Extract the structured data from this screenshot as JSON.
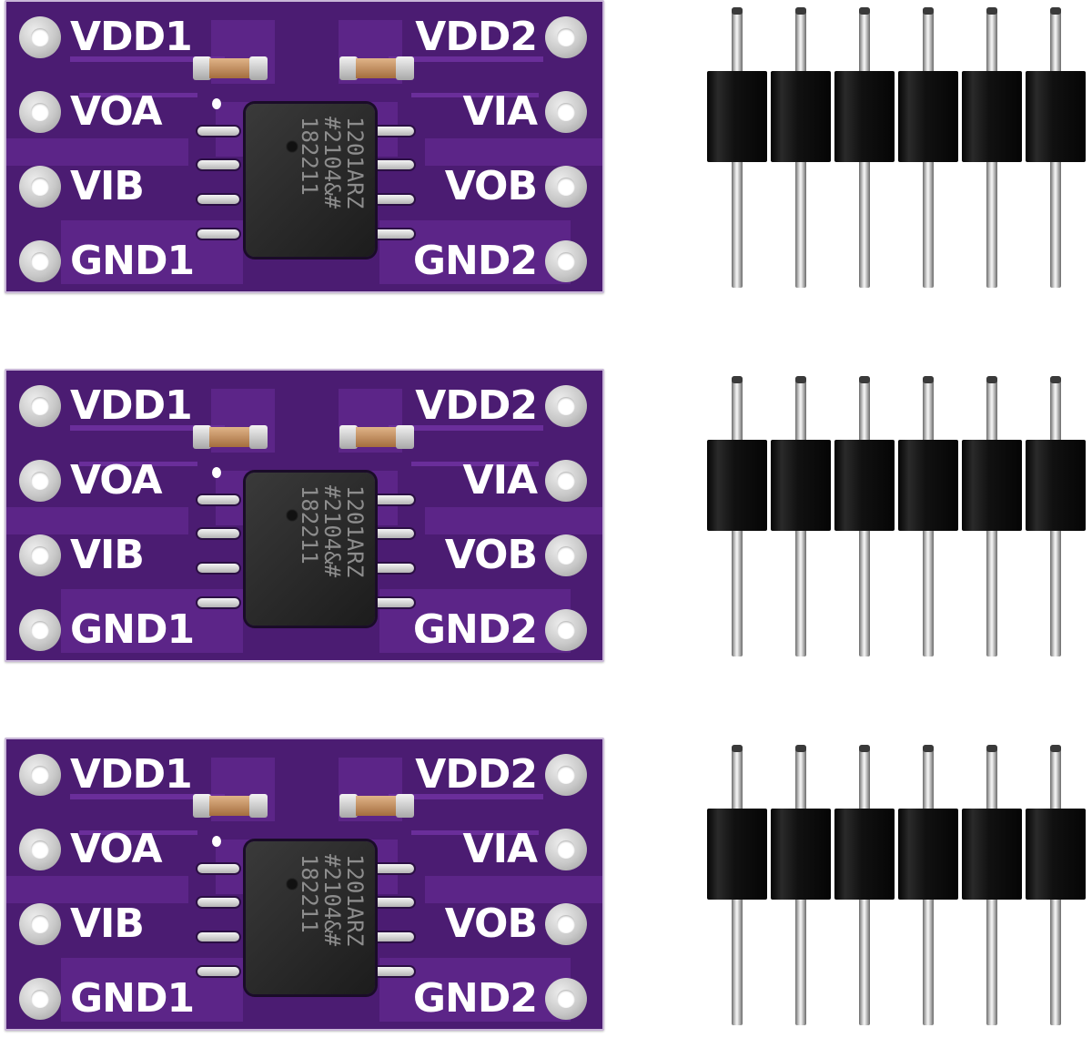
{
  "modules": [
    {
      "pin_labels": {
        "left": [
          "VDD1",
          "VOA",
          "VIB",
          "GND1"
        ],
        "right": [
          "VDD2",
          "VIA",
          "VOB",
          "GND2"
        ]
      },
      "chip_marking": [
        "1201ARZ",
        "#2104&#",
        "182211"
      ]
    },
    {
      "pin_labels": {
        "left": [
          "VDD1",
          "VOA",
          "VIB",
          "GND1"
        ],
        "right": [
          "VDD2",
          "VIA",
          "VOB",
          "GND2"
        ]
      },
      "chip_marking": [
        "1201ARZ",
        "#2104&#",
        "182211"
      ]
    },
    {
      "pin_labels": {
        "left": [
          "VDD1",
          "VOA",
          "VIB",
          "GND1"
        ],
        "right": [
          "VDD2",
          "VIA",
          "VOB",
          "GND2"
        ]
      },
      "chip_marking": [
        "1201ARZ",
        "#2104&#",
        "182211"
      ]
    }
  ],
  "colors": {
    "pcb": "#4b1c72",
    "pcb_copper_plane": "#5c2588",
    "silkscreen": "#ffffff",
    "pad": "#c8c8c8",
    "chip": "#2a2a2a",
    "header_plastic": "#0a0a0a",
    "header_pin": "#c0c0c0",
    "capacitor_body": "#c08a5a"
  },
  "icons": [
    "breakout-board",
    "soic-8-chip",
    "smd-capacitor",
    "pin-header-1x6"
  ]
}
